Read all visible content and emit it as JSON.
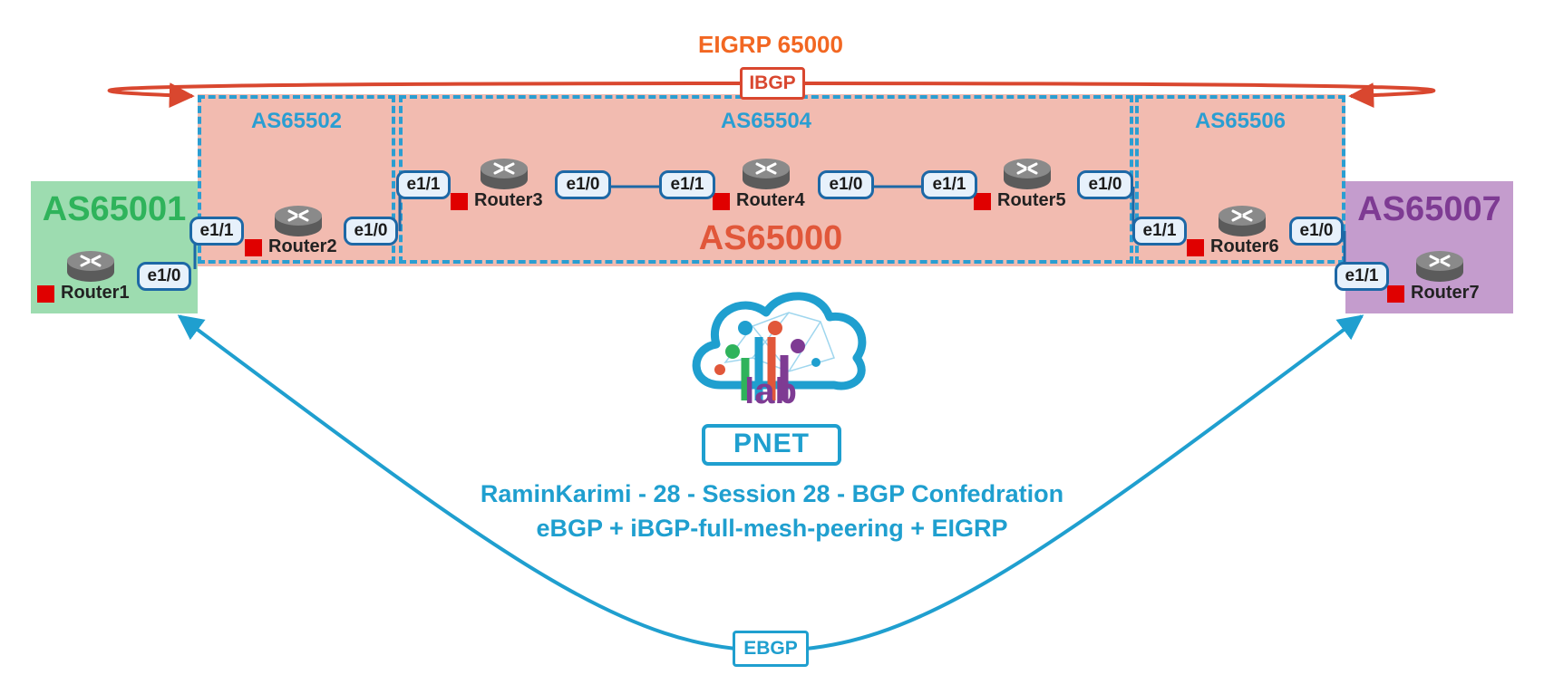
{
  "eigrp_label": "EIGRP 65000",
  "ibgp_label": "IBGP",
  "ebgp_label": "EBGP",
  "outer_as": {
    "left": "AS65001",
    "right": "AS65007",
    "center": "AS65000"
  },
  "sub_as": {
    "a": "AS65502",
    "b": "AS65504",
    "c": "AS65506"
  },
  "routers": {
    "r1": "Router1",
    "r2": "Router2",
    "r3": "Router3",
    "r4": "Router4",
    "r5": "Router5",
    "r6": "Router6",
    "r7": "Router7"
  },
  "interfaces": {
    "r1_e10": "e1/0",
    "r2_e11": "e1/1",
    "r2_e10": "e1/0",
    "r3_e11": "e1/1",
    "r3_e10": "e1/0",
    "r4_e11": "e1/1",
    "r4_e10": "e1/0",
    "r5_e11": "e1/1",
    "r5_e10": "e1/0",
    "r6_e11": "e1/1",
    "r6_e10": "e1/0",
    "r7_e11": "e1/1"
  },
  "logo": {
    "top": "lab",
    "bottom": "PNET"
  },
  "caption": {
    "line1": "RaminKarimi - 28 - Session 28 - BGP Confedration",
    "line2": "eBGP + iBGP-full-mesh-peering + EIGRP"
  },
  "colors": {
    "eigrp": "#f26722",
    "ibgp": "#d9472f",
    "ebgp": "#1f9fcf",
    "confed_border": "#2a9ed2",
    "as65001": "#2fb35b",
    "as65007": "#7e3b93",
    "as65000": "#e1573a",
    "status": "#e00000"
  }
}
